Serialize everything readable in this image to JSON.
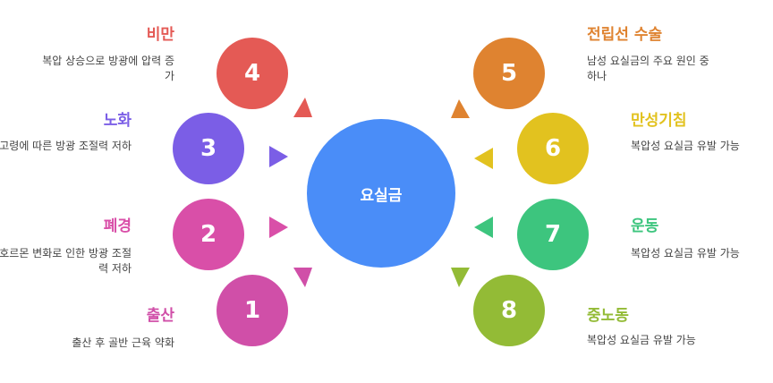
{
  "center": {
    "label": "요실금"
  },
  "items": [
    {
      "number": "4",
      "title": "비만",
      "description": "복압 상승으로 방광에 압력 증가",
      "color": "#e45a55"
    },
    {
      "number": "3",
      "title": "노화",
      "description": "고령에 따른 방광 조절력 저하",
      "color": "#7b5ee6"
    },
    {
      "number": "2",
      "title": "폐경",
      "description": "호르몬 변화로 인한 방광 조절력 저하",
      "color": "#d94fa8"
    },
    {
      "number": "1",
      "title": "출산",
      "description": "출산 후 골반 근육 약화",
      "color": "#d04fa8"
    },
    {
      "number": "5",
      "title": "전립선 수술",
      "description": "남성 요실금의 주요 원인 중 하나",
      "color": "#df8330"
    },
    {
      "number": "6",
      "title": "만성기침",
      "description": "복압성 요실금 유발 가능",
      "color": "#e2c21f"
    },
    {
      "number": "7",
      "title": "운동",
      "description": "복압성 요실금 유발 가능",
      "color": "#3dc57e"
    },
    {
      "number": "8",
      "title": "중노동",
      "description": "복압성 요실금 유발 가능",
      "color": "#93bb36"
    }
  ]
}
